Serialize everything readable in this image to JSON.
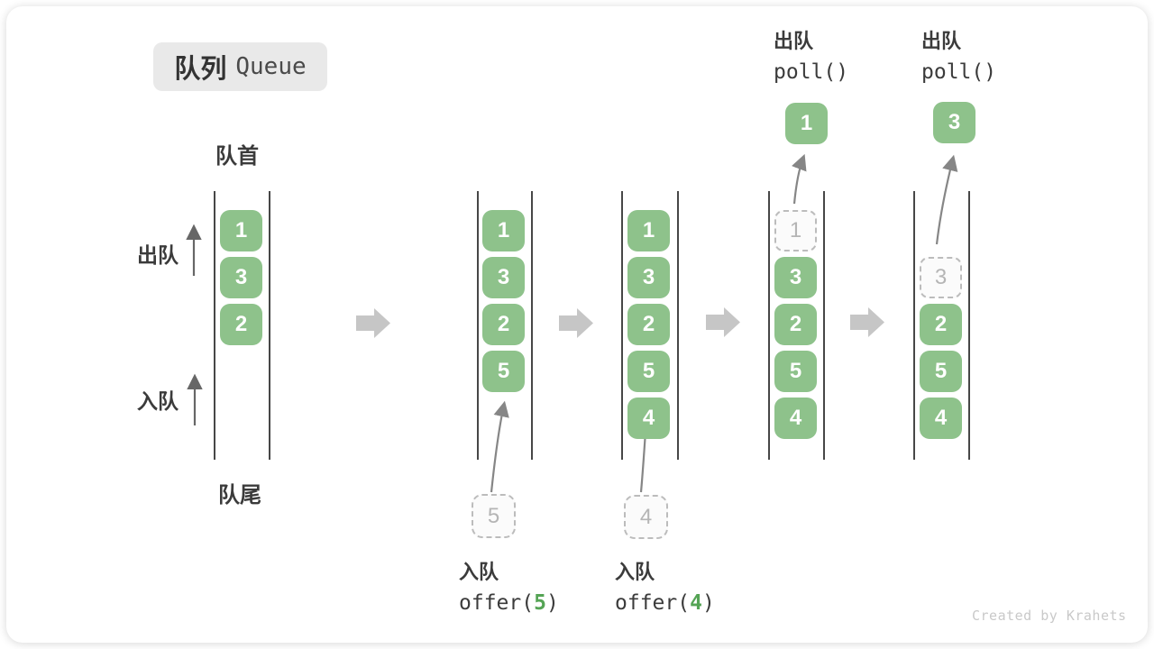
{
  "badge": {
    "zh": "队列",
    "en": "Queue"
  },
  "labels": {
    "front": "队首",
    "rear": "队尾",
    "dequeue_side": "出队",
    "enqueue_side": "入队"
  },
  "columns": {
    "c1": {
      "s1": "1",
      "s2": "3",
      "s3": "2"
    },
    "c2": {
      "s1": "1",
      "s2": "3",
      "s3": "2",
      "s4": "5",
      "incoming": "5"
    },
    "c3": {
      "s1": "1",
      "s2": "3",
      "s3": "2",
      "s4": "5",
      "s5": "4",
      "incoming": "4"
    },
    "c4": {
      "ghost": "1",
      "s2": "3",
      "s3": "2",
      "s4": "5",
      "s5": "4",
      "out": "1"
    },
    "c5": {
      "ghost": "3",
      "s3": "2",
      "s4": "5",
      "s5": "4",
      "out": "3"
    }
  },
  "ops": {
    "deq1": {
      "title": "出队",
      "code": "poll()"
    },
    "deq2": {
      "title": "出队",
      "code": "poll()"
    },
    "enq5": {
      "title": "入队",
      "fn": "offer(",
      "arg": "5",
      "close": ")"
    },
    "enq4": {
      "title": "入队",
      "fn": "offer(",
      "arg": "4",
      "close": ")"
    }
  },
  "watermark": "Created by Krahets",
  "colors": {
    "green": "#8ec28b",
    "arg_green": "#55a455",
    "ink": "#3b3b3b",
    "line": "#474747",
    "ghost_border": "#bcbcbc",
    "ghost_text": "#b5b5b5",
    "ghost_bg": "#fbfbfb",
    "block_arrow": "#c6c6c6",
    "curve_arrow": "#868686",
    "side_arrow": "#676767",
    "badge_bg": "#e9e9e9",
    "watermark": "#c9c9c9"
  }
}
